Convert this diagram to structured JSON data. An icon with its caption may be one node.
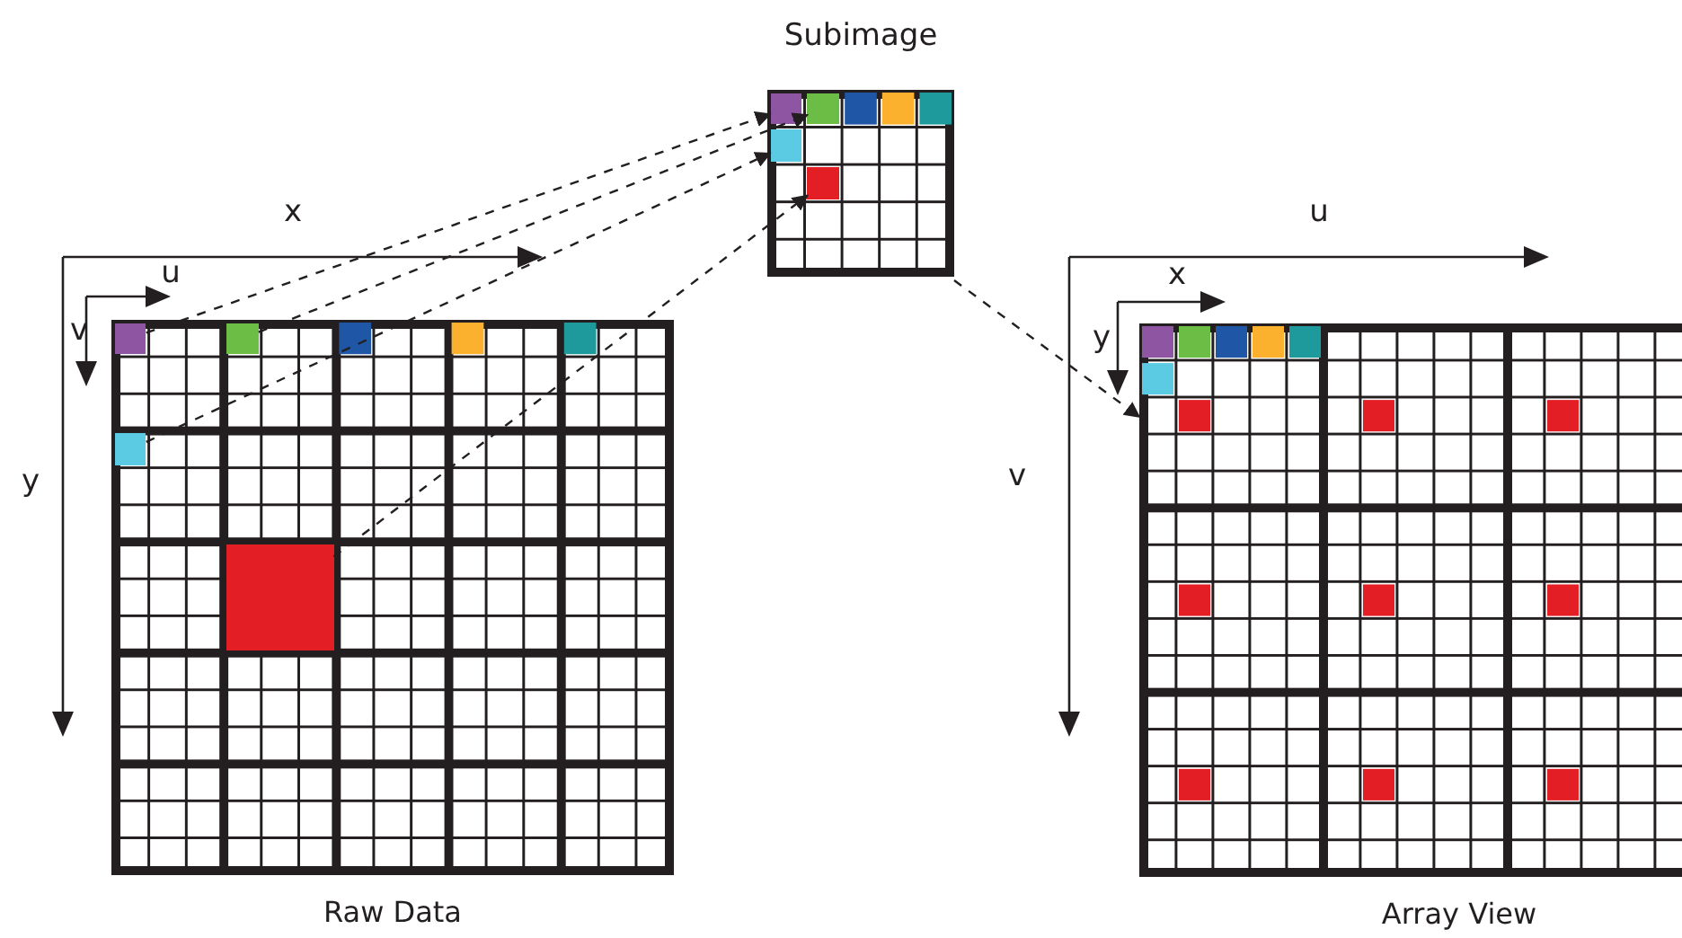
{
  "diagram": {
    "nodes": [
      {
        "text": [
          "Subimage"
        ]
      },
      {
        "text": [],
        "shape": "box",
        "in": 0
      },
      {
        "text": [],
        "shape": "box",
        "in": 0
      },
      {
        "text": [],
        "shape": "box",
        "in": 0
      },
      {
        "text": [],
        "shape": "box",
        "in": 0
      },
      {
        "text": [
          "Raw Data"
        ]
      },
      {
        "text": [],
        "shape": "box",
        "in": 5
      },
      {
        "text": [],
        "shape": "box",
        "in": 5
      },
      {
        "text": [],
        "shape": "box",
        "in": 5
      },
      {
        "text": [],
        "shape": "box",
        "in": 5
      },
      {
        "text": [
          "Array View"
        ]
      }
    ],
    "edges": [
      {
        "from": 6,
        "to": 1,
        "arrow": "to",
        "style": "dashed"
      },
      {
        "from": 7,
        "to": 2,
        "arrow": "to",
        "style": "dashed"
      },
      {
        "from": 8,
        "to": 3,
        "arrow": "to",
        "style": "dashed"
      },
      {
        "from": 9,
        "to": 4,
        "arrow": "to",
        "style": "dashed"
      },
      {
        "from": 0,
        "to": 10,
        "arrow": "to",
        "style": "dashed"
      }
    ],
    "labels": [
      "x",
      "u",
      "v",
      "y",
      "u",
      "x",
      "y",
      "v"
    ]
  }
}
